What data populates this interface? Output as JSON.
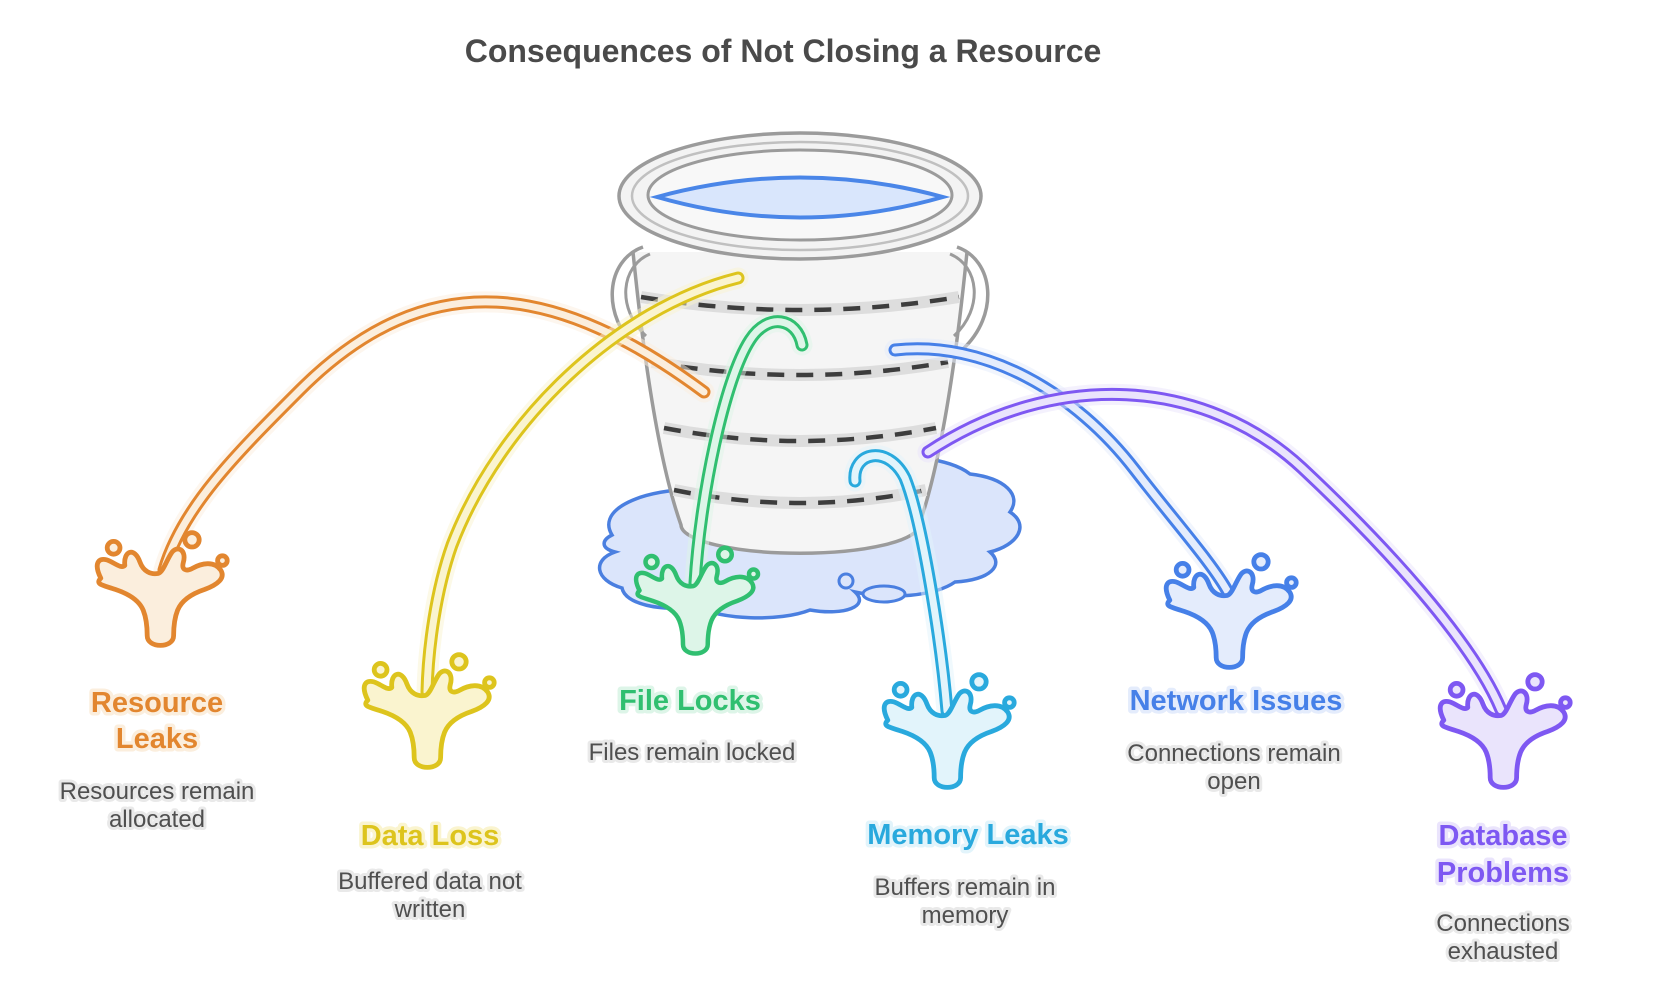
{
  "title": "Consequences of Not Closing a Resource",
  "bucket": {
    "name": "leaking water bucket",
    "body_fill": "#f5f5f5",
    "outline_color": "#9b9b9b",
    "hoop_dash_color": "#3d3d3d",
    "water_color": "#4a86e8",
    "water_fill": "#d9e6fc",
    "puddle_fill": "#dbe5fb",
    "puddle_stroke": "#4a7fe0"
  },
  "text_colors": {
    "title": "#4a4a4a",
    "subtitle": "#4f4f4f"
  },
  "leaks": [
    {
      "id": "resource-leaks",
      "label_lines": [
        "Resource",
        "Leaks"
      ],
      "sublabel_lines": [
        "Resources remain",
        "allocated"
      ],
      "color": "#e2862f",
      "light": "#fbeedd"
    },
    {
      "id": "data-loss",
      "label_lines": [
        "Data Loss"
      ],
      "sublabel_lines": [
        "Buffered data not",
        "written"
      ],
      "color": "#ddc41d",
      "light": "#faf4cf"
    },
    {
      "id": "file-locks",
      "label_lines": [
        "File Locks"
      ],
      "sublabel_lines": [
        "Files remain locked"
      ],
      "color": "#30bf70",
      "light": "#ddf5e8"
    },
    {
      "id": "memory-leaks",
      "label_lines": [
        "Memory Leaks"
      ],
      "sublabel_lines": [
        "Buffers remain in",
        "memory"
      ],
      "color": "#29a9dd",
      "light": "#e2f4fb"
    },
    {
      "id": "network-issues",
      "label_lines": [
        "Network Issues"
      ],
      "sublabel_lines": [
        "Connections remain",
        "open"
      ],
      "color": "#4680e8",
      "light": "#e4ecfc"
    },
    {
      "id": "database-problems",
      "label_lines": [
        "Database",
        "Problems"
      ],
      "sublabel_lines": [
        "Connections",
        "exhausted"
      ],
      "color": "#7e58f2",
      "light": "#eae4fc"
    }
  ]
}
